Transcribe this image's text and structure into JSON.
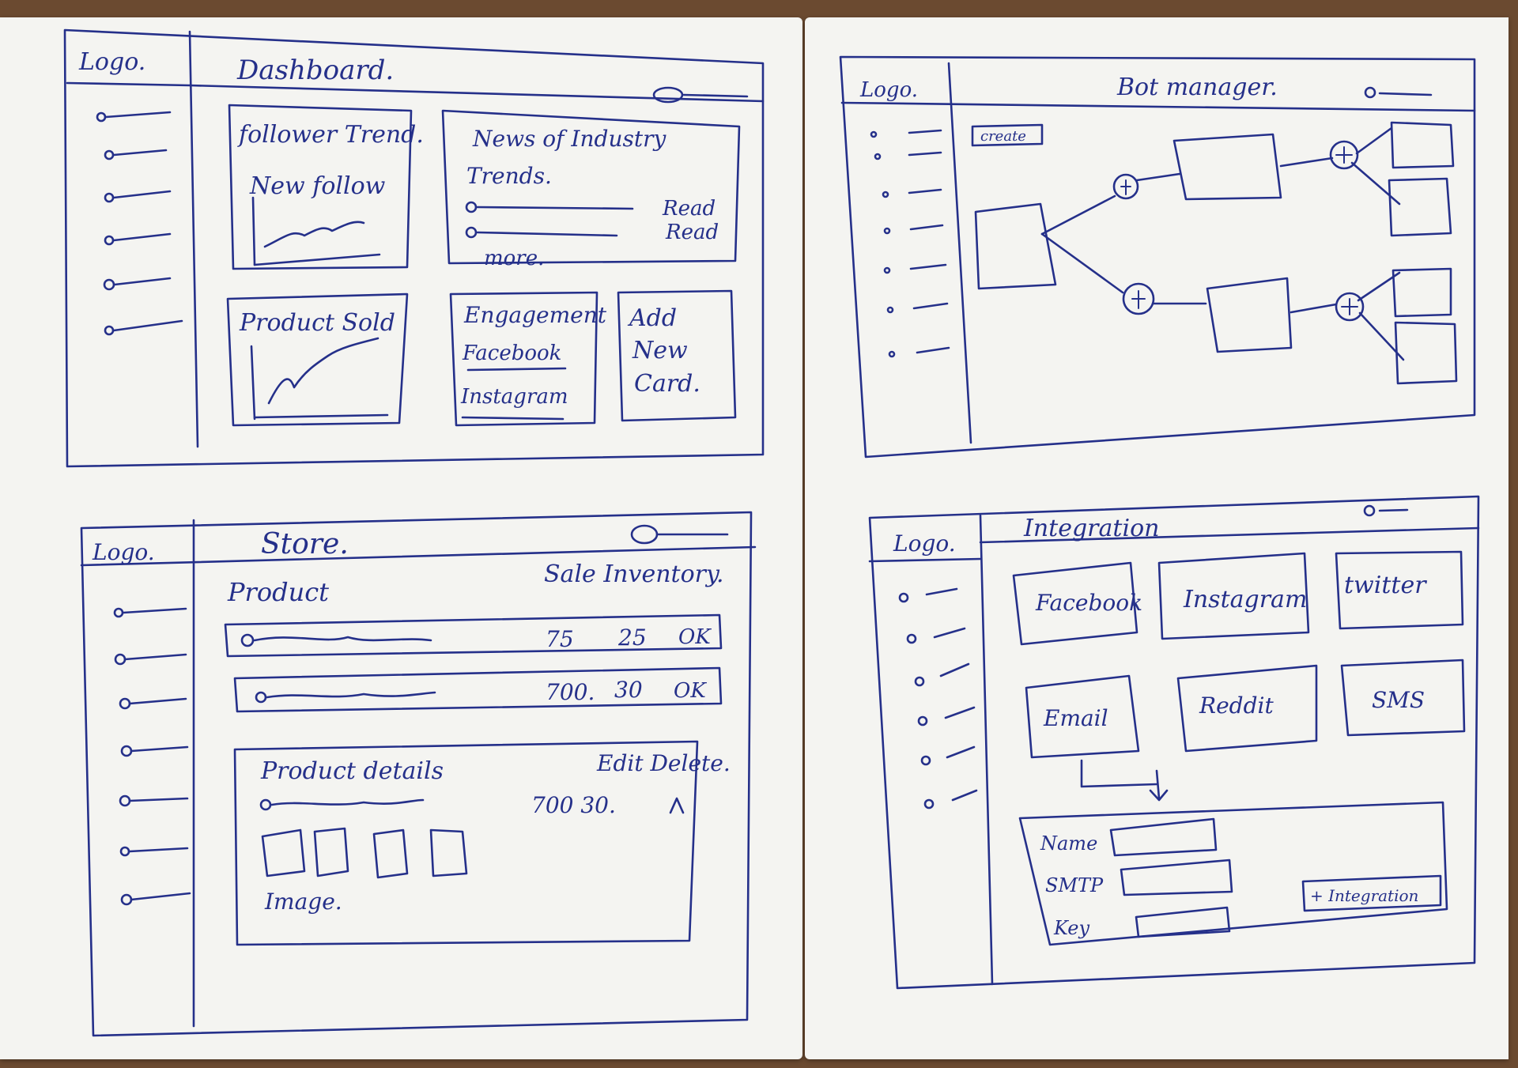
{
  "dashboard": {
    "logo": "Logo.",
    "title": "Dashboard.",
    "cards": {
      "follower": {
        "title": "follower Trend.",
        "subtitle": "New follow"
      },
      "news": {
        "title": "News of Industry",
        "subtitle": "Trends.",
        "read_1": "Read",
        "read_2": "Read",
        "more": "more."
      },
      "product": {
        "title": "Product Sold"
      },
      "engagement": {
        "title": "Engagement",
        "line_1": "Facebook",
        "line_2": "Instagram"
      },
      "add": {
        "line_1": "Add",
        "line_2": "New",
        "line_3": "Card."
      }
    }
  },
  "bot_manager": {
    "logo": "Logo.",
    "title": "Bot manager.",
    "create_button": "create"
  },
  "store": {
    "logo": "Logo.",
    "title": "Store.",
    "product_label": "Product",
    "columns_label": "Sale Inventory.",
    "rows": [
      {
        "sale": "75",
        "inventory": "25",
        "action": "OK"
      },
      {
        "sale": "700.",
        "inventory": "30",
        "action": "OK"
      }
    ],
    "details": {
      "title": "Product details",
      "actions": "Edit Delete.",
      "values": "700 30.",
      "image_label": "Image."
    }
  },
  "integration": {
    "logo": "Logo.",
    "title": "Integration",
    "tiles": [
      "Facebook",
      "Instagram",
      "twitter",
      "Email",
      "Reddit",
      "SMS"
    ],
    "form": {
      "name_label": "Name",
      "smtp_label": "SMTP",
      "key_label": "Key",
      "submit": "+ Integration"
    }
  }
}
